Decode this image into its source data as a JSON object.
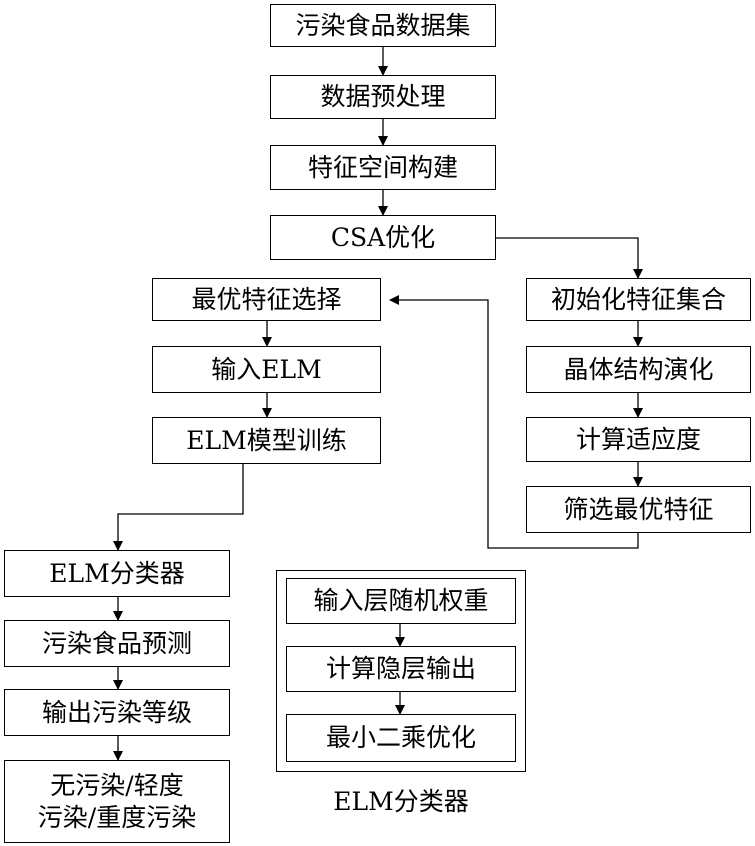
{
  "diagram": {
    "main_flow": [
      "污染食品数据集",
      "数据预处理",
      "特征空间构建",
      "CSA优化"
    ],
    "csa_branch": [
      "初始化特征集合",
      "晶体结构演化",
      "计算适应度",
      "筛选最优特征"
    ],
    "elm_flow": [
      "最优特征选择",
      "输入ELM",
      "ELM模型训练"
    ],
    "classifier_flow": [
      "ELM分类器",
      "污染食品预测",
      "输出污染等级"
    ],
    "result": {
      "line1": "无污染/轻度",
      "line2": "污染/重度污染"
    },
    "elm_detail": {
      "steps": [
        "输入层随机权重",
        "计算隐层输出",
        "最小二乘优化"
      ],
      "caption": "ELM分类器"
    }
  }
}
